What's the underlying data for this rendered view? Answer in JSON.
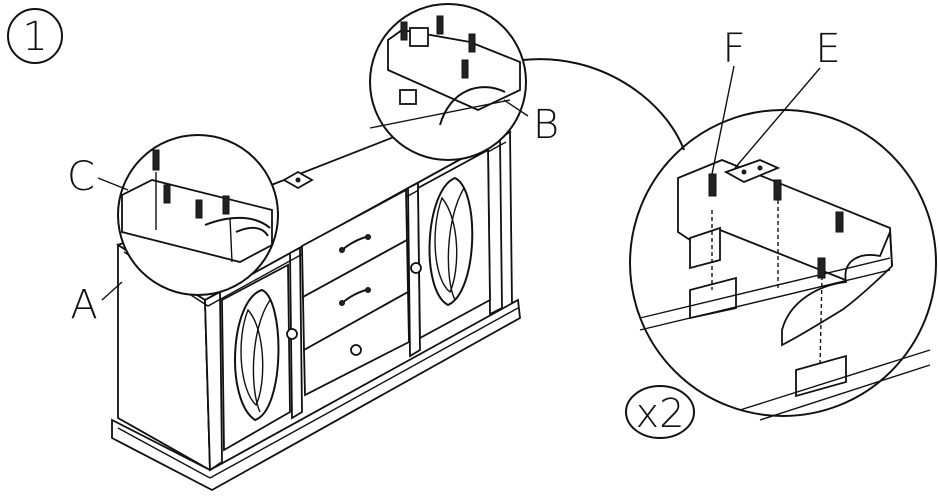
{
  "diagram": {
    "step_number": "1",
    "labels": {
      "a": "A",
      "b": "B",
      "c": "C",
      "e": "E",
      "f": "F"
    },
    "quantity": "x2"
  }
}
